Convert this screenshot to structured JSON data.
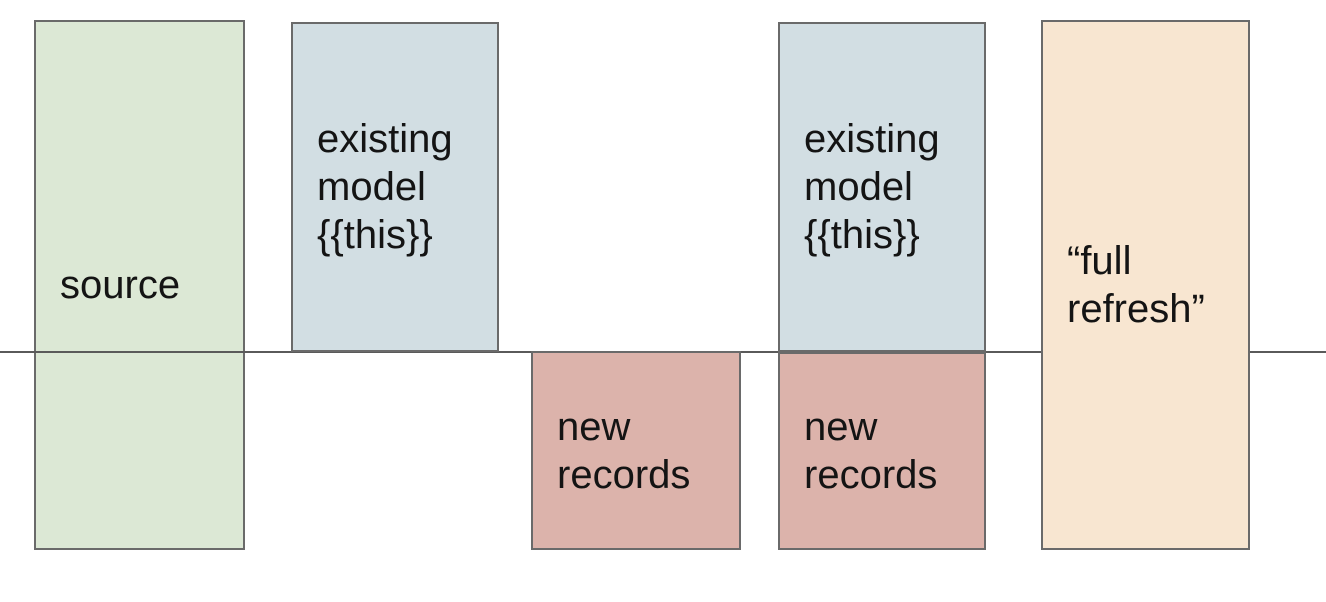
{
  "diagram": {
    "description_colors": {
      "source_fill": "#dce8d5",
      "existing_model_fill": "#d2dee3",
      "new_records_fill": "#dcb3ab",
      "full_refresh_fill": "#f8e6d1",
      "divider_color": "#5a5a5a",
      "text_color": "#141414"
    },
    "boxes": {
      "source": {
        "label": "source",
        "fill": "#dce8d5"
      },
      "existing_model_1": {
        "label": "existing\nmodel\n{{this}}",
        "fill": "#d2dee3"
      },
      "new_records_1": {
        "label": "new\nrecords",
        "fill": "#dcb3ab"
      },
      "existing_model_2": {
        "label": "existing\nmodel\n{{this}}",
        "fill": "#d2dee3"
      },
      "new_records_2": {
        "label": "new\nrecords",
        "fill": "#dcb3ab"
      },
      "full_refresh": {
        "label": "“full\nrefresh”",
        "fill": "#f8e6d1"
      }
    },
    "divider": {
      "color": "#5a5a5a"
    }
  }
}
